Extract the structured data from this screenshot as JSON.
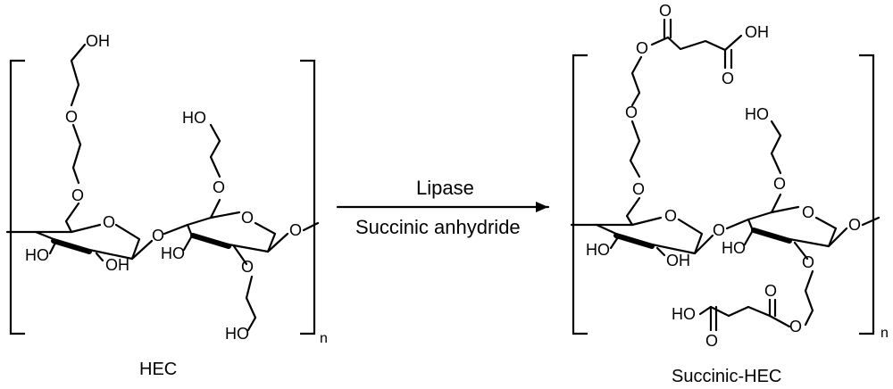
{
  "reaction": {
    "reagent_top": "Lipase",
    "reagent_bottom": "Succinic anhydride"
  },
  "reactant": {
    "name": "HEC",
    "repeat_subscript": "n",
    "atoms": {
      "oh": "OH",
      "ho": "HO",
      "o": "O"
    }
  },
  "product": {
    "name": "Succinic-HEC",
    "repeat_subscript": "n",
    "atoms": {
      "oh": "OH",
      "ho": "HO",
      "o": "O"
    }
  }
}
